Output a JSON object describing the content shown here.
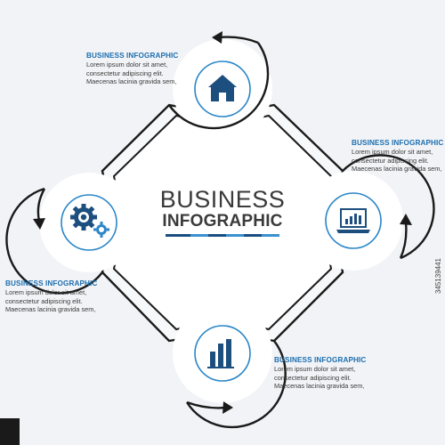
{
  "center": {
    "title_line1": "BUSINESS",
    "title_line2": "INFOGRAPHIC"
  },
  "blocks": [
    {
      "title": "BUSINESS INFOGRAPHIC",
      "line1": "Lorem ipsum dolor sit amet,",
      "line2": "consectetur adipiscing elit.",
      "line3": "Maecenas lacinia gravida sem,"
    },
    {
      "title": "BUSINESS INFOGRAPHIC",
      "line1": "Lorem ipsum dolor sit amet,",
      "line2": "consectetur adipiscing elit.",
      "line3": "Maecenas lacinia gravida sem,"
    },
    {
      "title": "BUSINESS INFOGRAPHIC",
      "line1": "Lorem ipsum dolor sit amet,",
      "line2": "consectetur adipiscing elit.",
      "line3": "Maecenas lacinia gravida sem,"
    },
    {
      "title": "BUSINESS INFOGRAPHIC",
      "line1": "Lorem ipsum dolor sit amet,",
      "line2": "consectetur adipiscing elit.",
      "line3": "Maecenas lacinia gravida sem,"
    }
  ],
  "icons": {
    "top": "home-icon",
    "right": "laptop-chart-icon",
    "bottom": "bar-chart-icon",
    "left": "gears-icon"
  },
  "colors": {
    "ring_accent": "#2a86c8",
    "icon_dark": "#1d4f7e",
    "title_blue": "#1e6fb0",
    "bar_dark": "#1a4d80",
    "bar_light": "#3a90d0",
    "outline": "#1a1a1a"
  },
  "watermark": "345139441"
}
